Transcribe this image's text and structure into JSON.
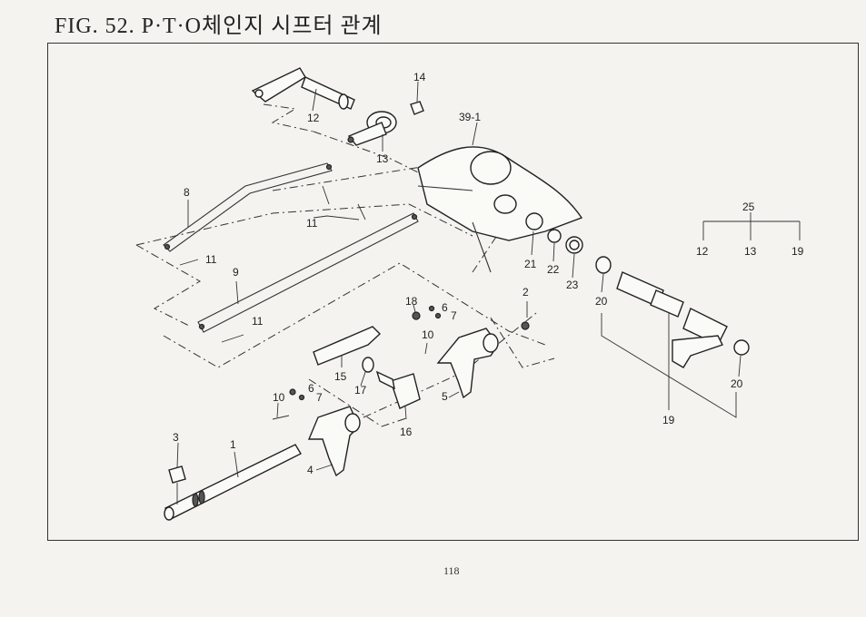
{
  "figure": {
    "title": "FIG. 52. P·T·O체인지 시프터 관계",
    "page_number": "118"
  },
  "labels": {
    "p1": "1",
    "p2": "2",
    "p3": "3",
    "p4": "4",
    "p5": "5",
    "p6a": "6",
    "p6b": "6",
    "p7a": "7",
    "p7b": "7",
    "p8": "8",
    "p9": "9",
    "p10a": "10",
    "p10b": "10",
    "p11a": "11",
    "p11b": "11",
    "p11c": "11",
    "p12": "12",
    "p13": "13",
    "p14": "14",
    "p15": "15",
    "p16": "16",
    "p17": "17",
    "p18": "18",
    "p19": "19",
    "p20a": "20",
    "p20b": "20",
    "p21": "21",
    "p22": "22",
    "p23": "23",
    "p39": "39-1"
  },
  "assembly_legend": {
    "parent": "25",
    "children": [
      "12",
      "13",
      "19"
    ]
  }
}
